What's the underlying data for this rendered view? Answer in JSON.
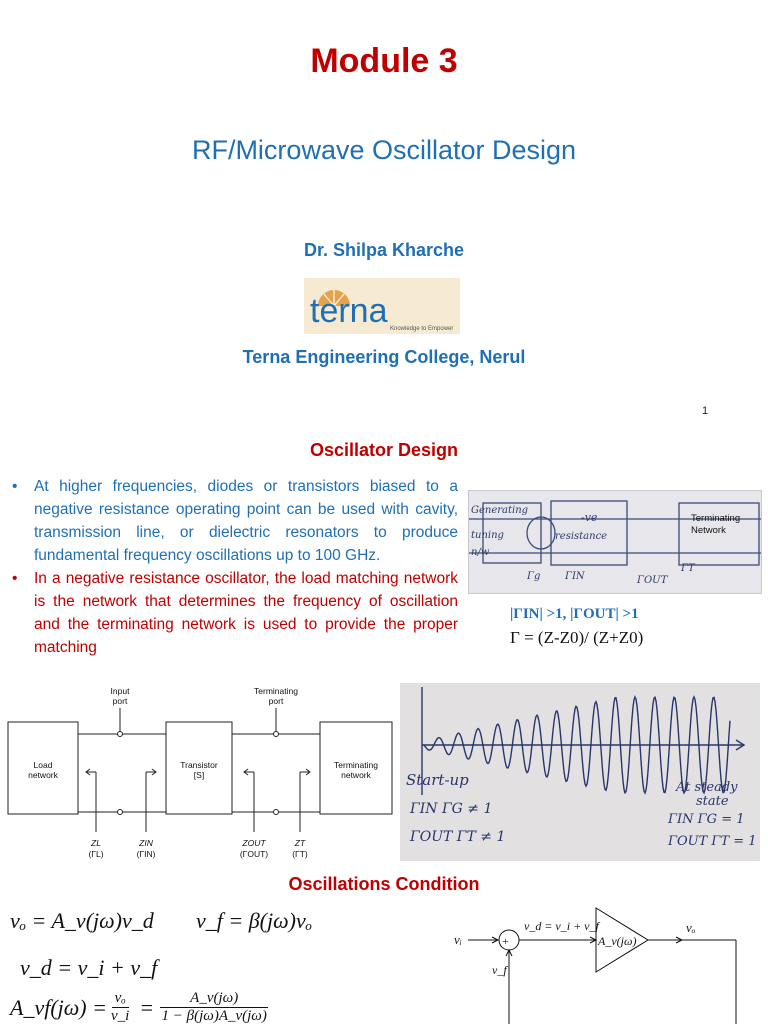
{
  "title": "Module 3",
  "subtitle": "RF/Microwave Oscillator Design",
  "author": "Dr. Shilpa Kharche",
  "logo": {
    "word": "terna",
    "tagline": "Knowledge to Empower"
  },
  "college": "Terna Engineering College, Nerul",
  "page_number": "1",
  "section1": {
    "heading": "Oscillator Design",
    "bullets": [
      "At higher frequencies, diodes or transistors biased to a negative resistance operating point can be used with cavity, transmission line, or dielectric resonators to produce fundamental frequency oscillations up to 100 GHz.",
      "In a negative resistance oscillator, the load matching network is the network that determines the frequency of oscillation and the terminating network is used to provide the proper matching"
    ],
    "bullet_colors": [
      "#1f6fb4",
      "#c00000"
    ]
  },
  "sketch1": {
    "labels": [
      "Generating",
      "tuning",
      "n/w",
      "-ve",
      "resistance",
      "Terminating",
      "Network",
      "Γg",
      "ΓIN",
      "ΓOUT",
      "ΓT"
    ]
  },
  "gamma": {
    "condition": "|ΓIN| >1,  |ΓOUT| >1",
    "formula": "Γ = (Z-Z0)/ (Z+Z0)"
  },
  "block_diagram": {
    "input_port": [
      "Input",
      "port"
    ],
    "terminating_port": [
      "Terminating",
      "port"
    ],
    "load": [
      "Load",
      "network"
    ],
    "transistor": [
      "Transistor",
      "[S]"
    ],
    "terminating": [
      "Terminating",
      "network"
    ],
    "impedances": [
      {
        "z": "ZL",
        "g": "(ΓL)"
      },
      {
        "z": "ZIN",
        "g": "(ΓIN)"
      },
      {
        "z": "ZOUT",
        "g": "(ΓOUT)"
      },
      {
        "z": "ZT",
        "g": "(ΓT)"
      }
    ]
  },
  "sketch2": {
    "labels": [
      "Start-up",
      "ΓIN ΓG ≠ 1",
      "ΓOUT ΓT ≠ 1",
      "At steady",
      "state",
      "ΓIN ΓG = 1",
      "ΓOUT ΓT = 1"
    ]
  },
  "section2": {
    "heading": "Oscillations Condition",
    "eq1": "vₒ = A_v(jω)v_d",
    "eq2": "v_f = β(jω)vₒ",
    "eq3": "v_d = v_i + v_f",
    "eq4_lhs": "A_vf(jω) = ",
    "eq4_num1": "vₒ",
    "eq4_den1": "v_i",
    "eq4_num2": "A_v(jω)",
    "eq4_den2": "1 − β(jω)A_v(jω)"
  },
  "feedback_diagram": {
    "vi": "vᵢ",
    "vd": "v_d = v_i + v_f",
    "amp": "A_v(jω)",
    "vo": "vₒ",
    "vf": "v_f",
    "plus": "+"
  }
}
